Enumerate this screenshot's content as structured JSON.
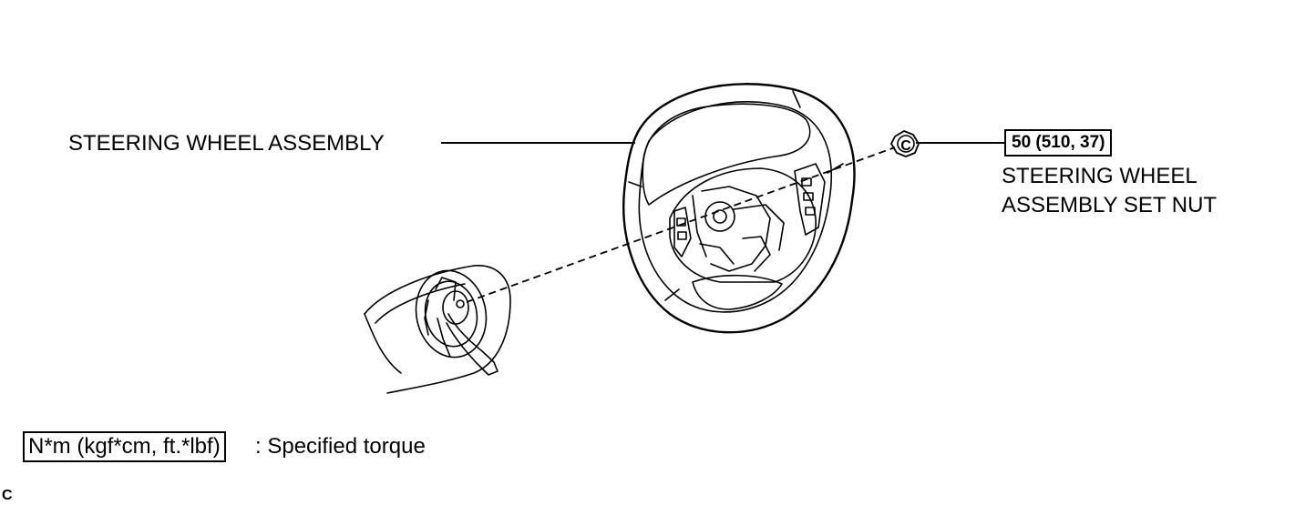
{
  "labels": {
    "steering_wheel_assembly": "STEERING WHEEL ASSEMBLY",
    "set_nut_line1": "STEERING WHEEL",
    "set_nut_line2": "ASSEMBLY SET NUT"
  },
  "torque": {
    "value": "50 (510, 37)"
  },
  "nut_marker": "C",
  "legend": {
    "unit_box": "N*m (kgf*cm, ft.*lbf)",
    "description": ": Specified torque"
  },
  "corner_code": "C"
}
